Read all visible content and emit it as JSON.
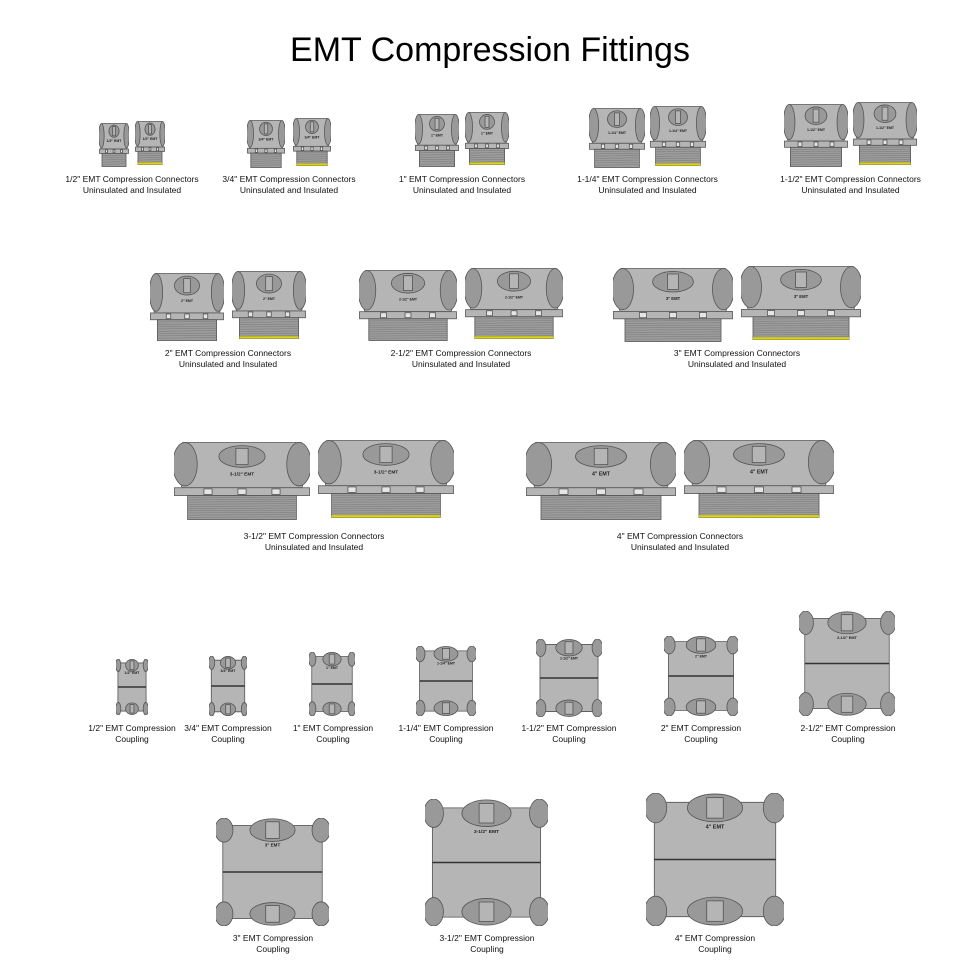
{
  "page": {
    "title": "EMT Compression Fittings"
  },
  "colors": {
    "body": "#b5b5b5",
    "shade": "#999999",
    "outline": "#555555",
    "thread": "#9c9c9c",
    "band": "#ddd600"
  },
  "connectors": [
    {
      "size_label": "1/2\" EMT",
      "caption1": "1/2\" EMT Compression Connectors",
      "caption2": "Uninsulated and Insulated"
    },
    {
      "size_label": "3/4\" EMT",
      "caption1": "3/4\" EMT Compression Connectors",
      "caption2": "Uninsulated and Insulated"
    },
    {
      "size_label": "1\" EMT",
      "caption1": "1\" EMT Compression Connectors",
      "caption2": "Uninsulated and Insulated"
    },
    {
      "size_label": "1-1/4\" EMT",
      "caption1": "1-1/4\" EMT Compression Connectors",
      "caption2": "Uninsulated and Insulated"
    },
    {
      "size_label": "1-1/2\" EMT",
      "caption1": "1-1/2\" EMT Compression Connectors",
      "caption2": "Uninsulated and Insulated"
    },
    {
      "size_label": "2\" EMT",
      "caption1": "2\" EMT Compression Connectors",
      "caption2": "Uninsulated and Insulated"
    },
    {
      "size_label": "2-1/2\" EMT",
      "caption1": "2-1/2\" EMT Compression Connectors",
      "caption2": "Uninsulated and Insulated"
    },
    {
      "size_label": "3\" EMT",
      "caption1": "3\" EMT Compression Connectors",
      "caption2": "Uninsulated and Insulated"
    },
    {
      "size_label": "3-1/2\" EMT",
      "caption1": "3-1/2\" EMT Compression Connectors",
      "caption2": "Uninsulated and Insulated"
    },
    {
      "size_label": "4\" EMT",
      "caption1": "4\" EMT Compression Connectors",
      "caption2": "Uninsulated and Insulated"
    }
  ],
  "couplings": [
    {
      "size_label": "1/2\" EMT",
      "caption1": "1/2\" EMT Compression",
      "caption2": "Coupling"
    },
    {
      "size_label": "3/4\" EMT",
      "caption1": "3/4\" EMT Compression",
      "caption2": "Coupling"
    },
    {
      "size_label": "1\" EMT",
      "caption1": "1\" EMT Compression",
      "caption2": "Coupling"
    },
    {
      "size_label": "1-1/4\" EMT",
      "caption1": "1-1/4\" EMT Compression",
      "caption2": "Coupling"
    },
    {
      "size_label": "1-1/2\" EMT",
      "caption1": "1-1/2\" EMT Compression",
      "caption2": "Coupling"
    },
    {
      "size_label": "2\" EMT",
      "caption1": "2\" EMT Compression",
      "caption2": "Coupling"
    },
    {
      "size_label": "2-1/2\" EMT",
      "caption1": "2-1/2\" EMT Compression",
      "caption2": "Coupling"
    },
    {
      "size_label": "3\" EMT",
      "caption1": "3\" EMT Compression",
      "caption2": "Coupling"
    },
    {
      "size_label": "3-1/2\" EMT",
      "caption1": "3-1/2\" EMT Compression",
      "caption2": "Coupling"
    },
    {
      "size_label": "4\" EMT",
      "caption1": "4\" EMT Compression",
      "caption2": "Coupling"
    }
  ]
}
